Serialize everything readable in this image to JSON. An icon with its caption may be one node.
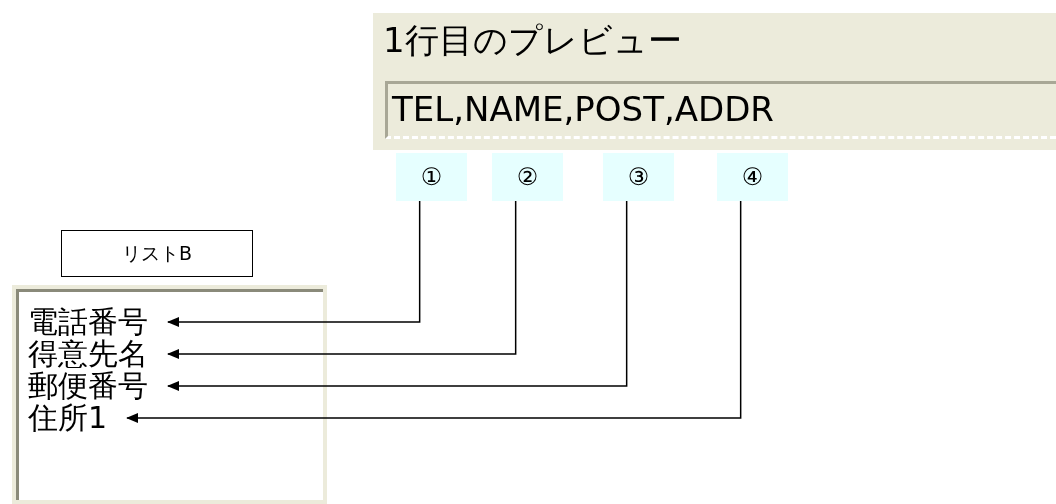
{
  "diagram": {
    "nodes": [
      {
        "text": [
          "1行目のプレビュー"
        ]
      },
      {
        "text": [
          "TEL,NAME,POST,ADDR"
        ],
        "in": 0
      },
      {
        "text": [
          "①"
        ]
      },
      {
        "text": [
          "②"
        ]
      },
      {
        "text": [
          "③"
        ]
      },
      {
        "text": [
          "④"
        ]
      },
      {
        "text": [
          "リストB"
        ]
      },
      {
        "text": [],
        "shape": "box"
      },
      {
        "text": [
          "電話番号"
        ],
        "in": 7
      },
      {
        "text": [
          "得意先名"
        ],
        "in": 7
      },
      {
        "text": [
          "郵便番号"
        ],
        "in": 7
      },
      {
        "text": [
          "住所1"
        ],
        "in": 7
      }
    ],
    "edges": [
      {
        "from": 2,
        "to": 8,
        "arrow": "to"
      },
      {
        "from": 3,
        "to": 9,
        "arrow": "to"
      },
      {
        "from": 4,
        "to": 10,
        "arrow": "to"
      },
      {
        "from": 5,
        "to": 11,
        "arrow": "to"
      }
    ]
  }
}
